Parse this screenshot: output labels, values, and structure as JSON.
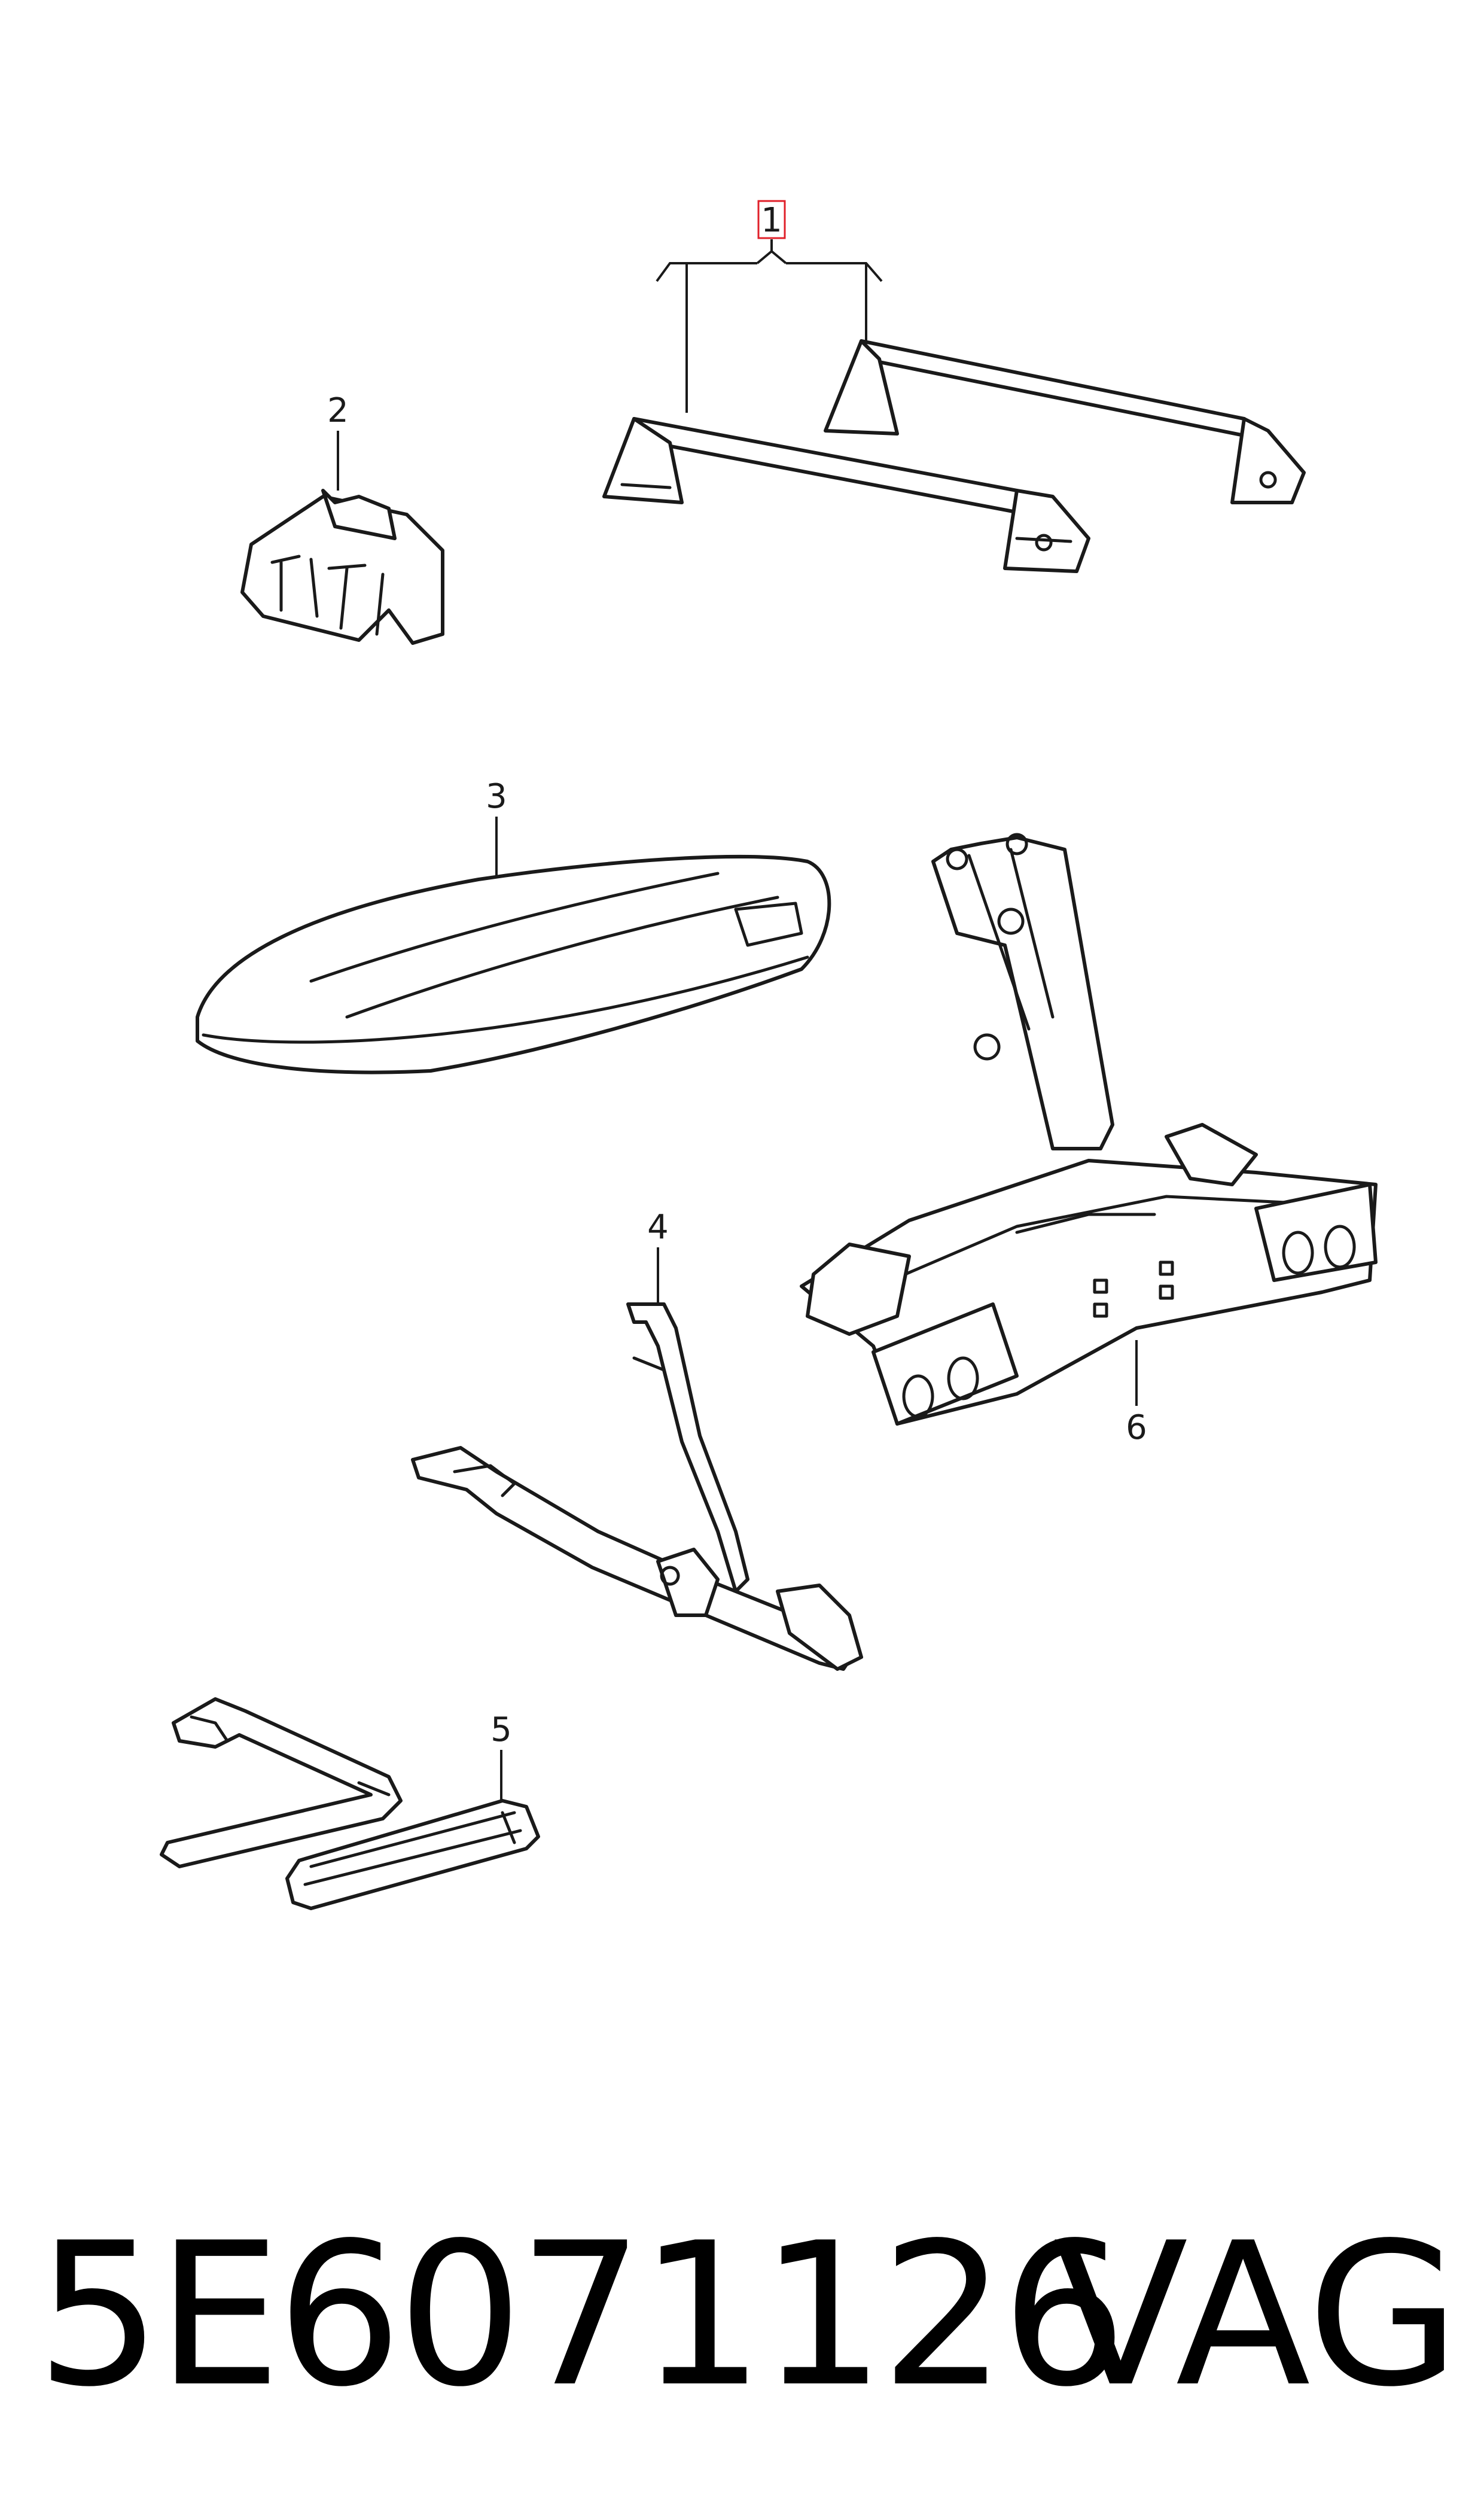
{
  "callouts": {
    "c1": "1",
    "c2": "2",
    "c3": "3",
    "c4": "4",
    "c5": "5",
    "c6": "6"
  },
  "footer": {
    "part_number": "5E6071126",
    "brand": "VAG"
  },
  "colors": {
    "line": "#1a1a1a",
    "highlight_box": "#e0202a",
    "background": "#ffffff"
  }
}
